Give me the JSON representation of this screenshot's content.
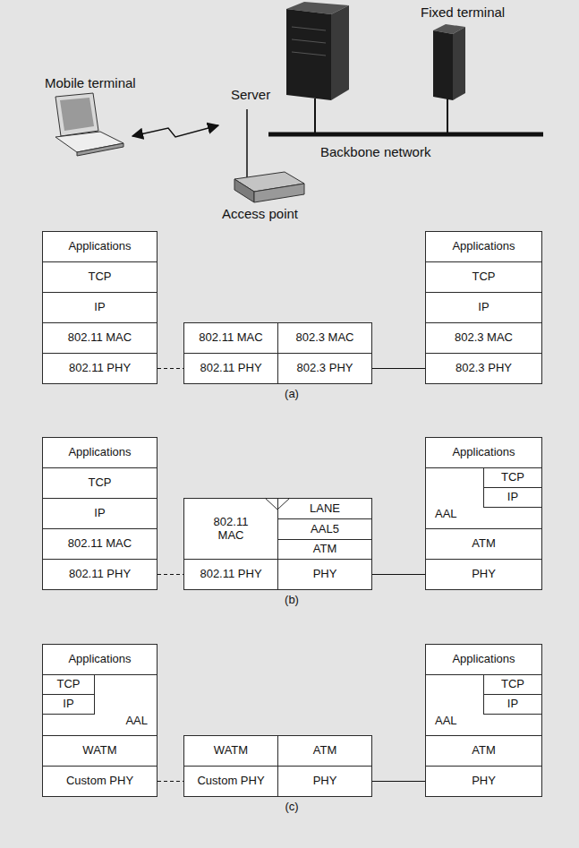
{
  "diagram": {
    "nodes": [
      {
        "text": [
          "Applications"
        ]
      },
      {
        "text": [
          "TCP"
        ]
      },
      {
        "text": [
          "IP"
        ]
      },
      {
        "text": [
          "802.11 MAC"
        ]
      },
      {
        "text": [
          "802.11 PHY"
        ]
      },
      {
        "text": [
          "802.11 MAC"
        ]
      },
      {
        "text": [
          "802.3 MAC"
        ]
      },
      {
        "text": [
          "802.11 PHY"
        ]
      },
      {
        "text": [
          "802.3 PHY"
        ]
      },
      {
        "text": [
          "Applications"
        ]
      },
      {
        "text": [
          "TCP"
        ]
      },
      {
        "text": [
          "IP"
        ]
      },
      {
        "text": [
          "802.3 MAC"
        ]
      },
      {
        "text": [
          "802.3 PHY"
        ]
      },
      {
        "text": [
          "Applications"
        ]
      },
      {
        "text": [
          "TCP"
        ]
      },
      {
        "text": [
          "IP"
        ]
      },
      {
        "text": [
          "802.11 MAC"
        ]
      },
      {
        "text": [
          "802.11 PHY"
        ]
      },
      {
        "text": [
          "802.11 MAC"
        ]
      },
      {
        "text": [
          "LANE"
        ]
      },
      {
        "text": [
          "AAL5"
        ]
      },
      {
        "text": [
          "ATM"
        ]
      },
      {
        "text": [
          "802.11 PHY"
        ]
      },
      {
        "text": [
          "PHY"
        ]
      },
      {
        "text": [
          "Applications"
        ]
      },
      {
        "text": [
          "AAL"
        ]
      },
      {
        "text": [
          "TCP"
        ],
        "in": 26
      },
      {
        "text": [
          "IP"
        ],
        "in": 26
      },
      {
        "text": [
          "ATM"
        ]
      },
      {
        "text": [
          "PHY"
        ]
      },
      {
        "text": [
          "Applications"
        ]
      },
      {
        "text": [
          "AAL"
        ]
      },
      {
        "text": [
          "TCP"
        ],
        "in": 32
      },
      {
        "text": [
          "IP"
        ],
        "in": 32
      },
      {
        "text": [
          "WATM"
        ]
      },
      {
        "text": [
          "Custom PHY"
        ]
      },
      {
        "text": [
          "WATM"
        ]
      },
      {
        "text": [
          "ATM"
        ]
      },
      {
        "text": [
          "Custom PHY"
        ]
      },
      {
        "text": [
          "PHY"
        ]
      },
      {
        "text": [
          "Applications"
        ]
      },
      {
        "text": [
          "AAL"
        ]
      },
      {
        "text": [
          "TCP"
        ],
        "in": 42
      },
      {
        "text": [
          "IP"
        ],
        "in": 42
      },
      {
        "text": [
          "ATM"
        ]
      },
      {
        "text": [
          "PHY"
        ]
      }
    ],
    "edges": [
      {
        "from": 4,
        "to": 7,
        "arrow": "none"
      },
      {
        "from": 8,
        "to": 13,
        "arrow": "none"
      },
      {
        "from": 18,
        "to": 23,
        "arrow": "none"
      },
      {
        "from": 24,
        "to": 30,
        "arrow": "none"
      },
      {
        "from": 36,
        "to": 39,
        "arrow": "none"
      },
      {
        "from": 40,
        "to": 46,
        "arrow": "none"
      }
    ],
    "labels": [
      "Fixed terminal",
      "Server",
      "Mobile terminal",
      "Backbone network",
      "Access point",
      "(a)",
      "(b)",
      "(c)"
    ]
  }
}
